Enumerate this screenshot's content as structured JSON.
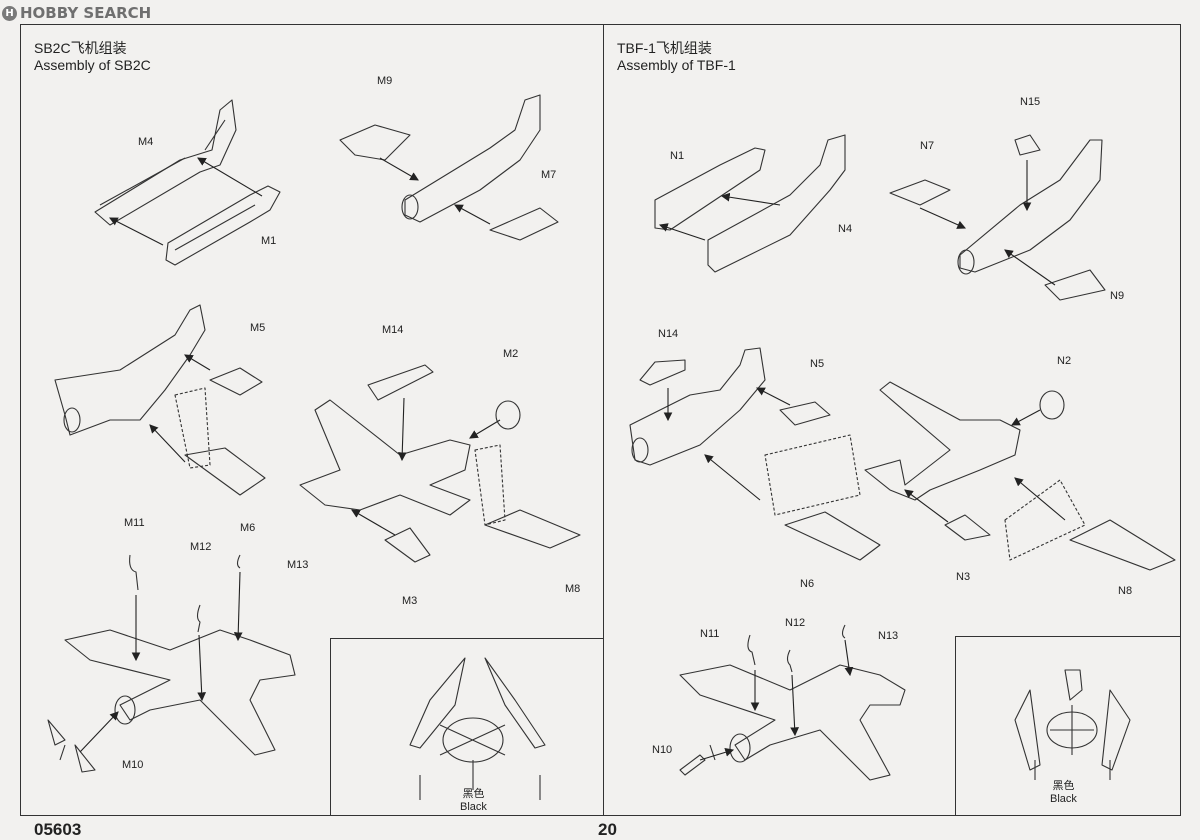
{
  "watermark": {
    "brand": "HOBBY SEARCH",
    "logo_glyph": "H"
  },
  "left": {
    "title_cn": "SB2C飞机组装",
    "title_en": "Assembly of SB2C",
    "parts": {
      "m1": "M1",
      "m2": "M2",
      "m3": "M3",
      "m4": "M4",
      "m5": "M5",
      "m6": "M6",
      "m7": "M7",
      "m8": "M8",
      "m9": "M9",
      "m10": "M10",
      "m11": "M11",
      "m12": "M12",
      "m13": "M13",
      "m14": "M14"
    },
    "inset": {
      "color_cn": "黑色",
      "color_en": "Black"
    }
  },
  "right": {
    "title_cn": "TBF-1飞机组装",
    "title_en": "Assembly of TBF-1",
    "parts": {
      "n1": "N1",
      "n2": "N2",
      "n3": "N3",
      "n4": "N4",
      "n5": "N5",
      "n6": "N6",
      "n7": "N7",
      "n8": "N8",
      "n9": "N9",
      "n10": "N10",
      "n11": "N11",
      "n12": "N12",
      "n13": "N13",
      "n14": "N14",
      "n15": "N15"
    },
    "inset": {
      "color_cn": "黑色",
      "color_en": "Black"
    }
  },
  "footer": {
    "code": "05603",
    "page": "20"
  },
  "colors": {
    "line": "#333333",
    "paper": "#f2f1ef"
  }
}
